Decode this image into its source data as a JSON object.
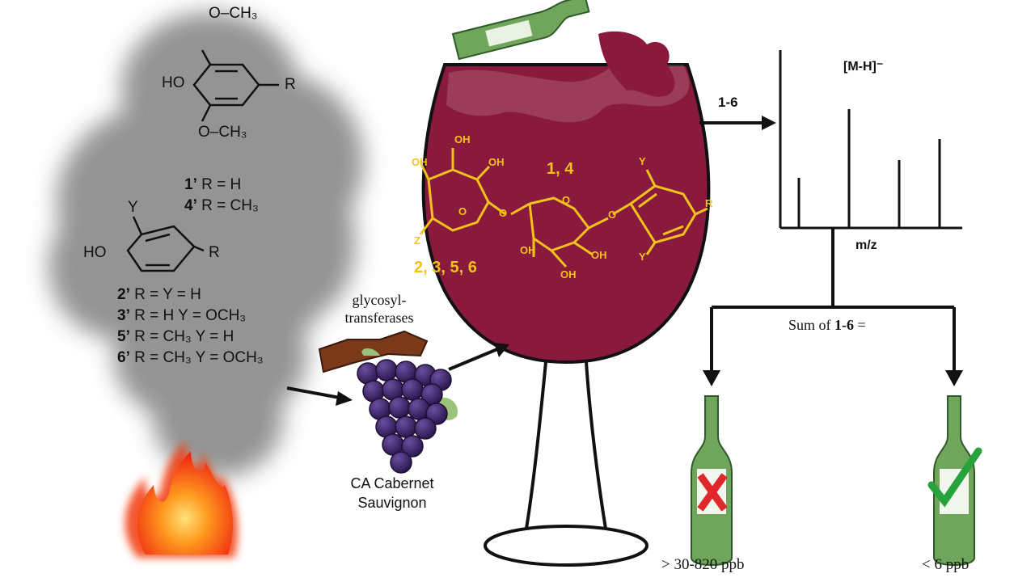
{
  "smoke_compounds": {
    "syringyl": {
      "top_group": "O–CH₃",
      "left_group": "HO",
      "r_group": "R",
      "bottom_group": "O–CH₃",
      "variants": [
        {
          "id": "1’",
          "def": "R = H"
        },
        {
          "id": "4’",
          "def": "R = CH₃"
        }
      ]
    },
    "guaiacyl": {
      "y_group": "Y",
      "left_group": "HO",
      "r_group": "R",
      "variants": [
        {
          "id": "2’",
          "def": "R = Y = H"
        },
        {
          "id": "3’",
          "def": "R = H  Y = OCH₃"
        },
        {
          "id": "5’",
          "def": "R = CH₃  Y = H"
        },
        {
          "id": "6’",
          "def": "R = CH₃  Y = OCH₃"
        }
      ]
    }
  },
  "enzyme_label": [
    "glycosyl-",
    "transferases"
  ],
  "grape_label": [
    "CA Cabernet",
    "Sauvignon"
  ],
  "glycoside": {
    "labels": {
      "oh": "OH",
      "o": "O",
      "z": "Z",
      "y": "Y",
      "r": "R",
      "group_top": "1, 4",
      "group_bottom": "2, 3, 5, 6"
    }
  },
  "ms": {
    "arrow_label": "1-6",
    "ion_label": "[M-H]⁻",
    "x_axis": "m/z",
    "sum_label_prefix": "Sum of ",
    "sum_label_bold": "1-6",
    "sum_label_suffix": " ="
  },
  "outcomes": [
    {
      "label": "> 30-820 ppb",
      "verdict": "reject",
      "mark_color": "#e0272a"
    },
    {
      "label": "< 6 ppb",
      "verdict": "accept",
      "mark_color": "#27a33b"
    }
  ],
  "colors": {
    "wine": "#8a1a3d",
    "glycoside": "#f2c21b",
    "bottle": "#6fa65c",
    "grape": "#3d2466",
    "smoke": "#8c8c8c",
    "fire": "#f24a12"
  }
}
